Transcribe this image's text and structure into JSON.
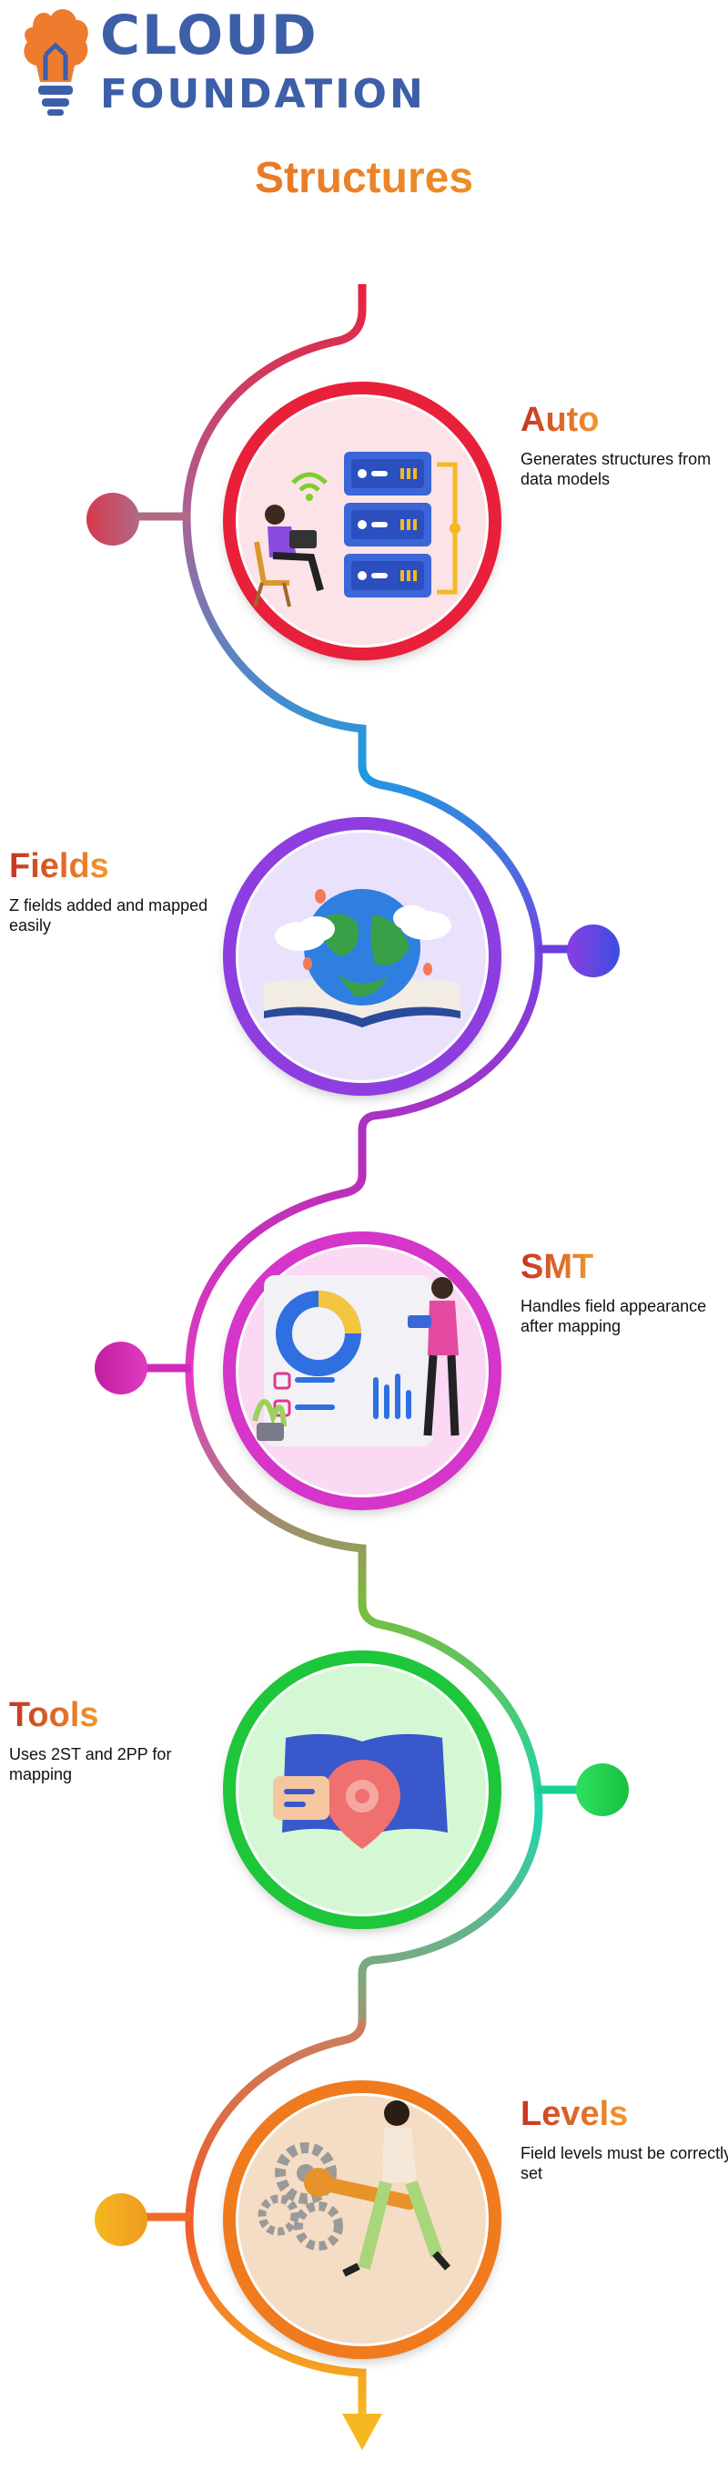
{
  "logo": {
    "line1": "CLOUD",
    "line2": "FOUNDATION"
  },
  "title": "Structures",
  "colors": {
    "auto": "#e8203a",
    "fields": "#8e3ee0",
    "smt": "#d635c9",
    "tools": "#1ec63a",
    "levels": "#f07a1e",
    "heading_start": "#c63322",
    "heading_end": "#f29a2e"
  },
  "steps": [
    {
      "heading": "Auto",
      "text": "Generates structures from data models",
      "icon": "server-icon"
    },
    {
      "heading": "Fields",
      "text": "Z fields added and mapped easily",
      "icon": "book-globe-icon"
    },
    {
      "heading": "SMT",
      "text": "Handles field appearance after mapping",
      "icon": "dashboard-icon"
    },
    {
      "heading": "Tools",
      "text": "Uses 2ST and 2PP for mapping",
      "icon": "map-pin-icon"
    },
    {
      "heading": "Levels",
      "text": "Field levels must be correctly set",
      "icon": "gears-icon"
    }
  ]
}
